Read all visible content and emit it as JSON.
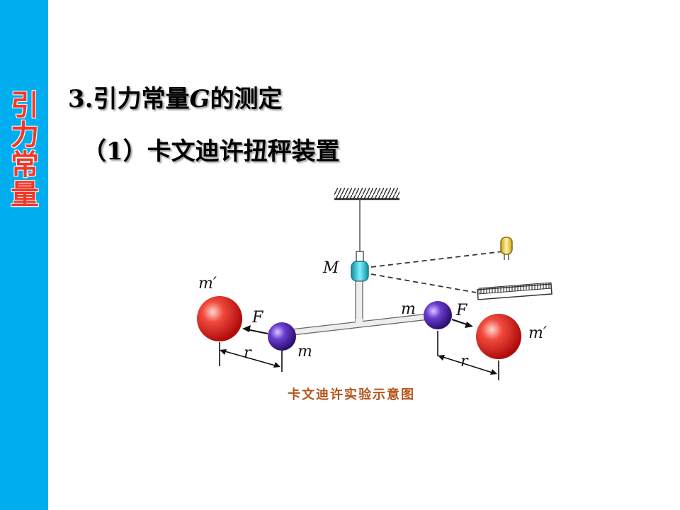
{
  "sidebar": {
    "title": "引力常量",
    "bg_color": "#00aeef",
    "title_color": "#ee3a2a"
  },
  "heading": {
    "number": "3.",
    "pre": "引力常量",
    "symbol": "G",
    "post": "的测定"
  },
  "subheading": {
    "text": "（1）卡文迪许扭秤装置"
  },
  "diagram": {
    "labels": {
      "big_mass_left": "m′",
      "big_mass_right": "m′",
      "small_mass_left": "m",
      "small_mass_right": "m",
      "force_left": "F",
      "force_right": "F",
      "mirror": "M",
      "distance_left": "r",
      "distance_right": "r"
    },
    "caption": "卡文迪许实验示意图",
    "colors": {
      "big_mass": "#e8201e",
      "small_mass": "#5a2bb0",
      "mirror": "#29c3d4",
      "lamp": "#f2d23a"
    }
  }
}
